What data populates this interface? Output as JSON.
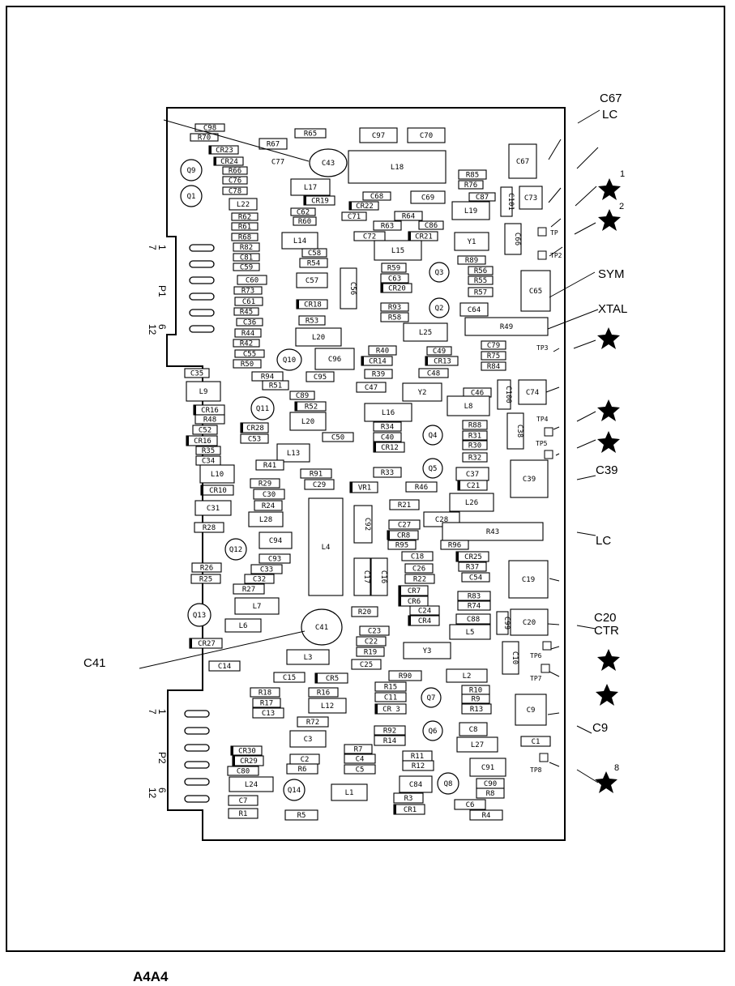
{
  "caption": "A4A4",
  "components": [
    "C98",
    "R70",
    "CR23",
    "CR24",
    "R66",
    "C76",
    "C78",
    "L22",
    "R62",
    "R61",
    "R68",
    "R82",
    "C81",
    "C59",
    "C60",
    "R73",
    "C61",
    "R45",
    "C36",
    "R44",
    "R42",
    "C55",
    "R50",
    "R65",
    "R67",
    "C77",
    "C43",
    "C97",
    "C70",
    "L18",
    "L17",
    "CR19",
    "C62",
    "R60",
    "C68",
    "CR22",
    "C71",
    "R64",
    "R63",
    "C86",
    "C72",
    "CR21",
    "C69",
    "L19",
    "R85",
    "R76",
    "C87",
    "C101",
    "C67",
    "C73",
    "L14",
    "C58",
    "R54",
    "L15",
    "Y1",
    "C66",
    "R59",
    "C63",
    "CR20",
    "Q3",
    "R89",
    "R56",
    "R55",
    "R57",
    "C65",
    "C57",
    "C56",
    "CR18",
    "R93",
    "R58",
    "Q2",
    "C64",
    "R49",
    "L25",
    "R53",
    "L20",
    "Q10",
    "C96",
    "R40",
    "CR14",
    "R39",
    "C49",
    "CR13",
    "C48",
    "C79",
    "R75",
    "R84",
    "C35",
    "R94",
    "C95",
    "L9",
    "R51",
    "C47",
    "Y2",
    "C46",
    "L8",
    "C100",
    "C74",
    "C89",
    "R52",
    "L16",
    "Q11",
    "CR16",
    "R48",
    "C52",
    "CR16",
    "R35",
    "C34",
    "L20",
    "CR28",
    "C53",
    "R34",
    "C40",
    "CR12",
    "Q4",
    "R88",
    "R31",
    "R30",
    "C38",
    "L13",
    "C50",
    "R41",
    "R32",
    "L10",
    "R91",
    "C29",
    "R33",
    "Q5",
    "C37",
    "C21",
    "C39",
    "CR10",
    "R29",
    "C30",
    "R24",
    "C31",
    "L28",
    "VR1",
    "R46",
    "L26",
    "R21",
    "C28",
    "C92",
    "R28",
    "L4",
    "C27",
    "CR8",
    "R95",
    "R43",
    "R96",
    "CR25",
    "Q12",
    "C94",
    "C93",
    "R26",
    "C33",
    "R25",
    "C32",
    "R27",
    "C18",
    "R37",
    "C26",
    "R22",
    "C54",
    "C17",
    "C16",
    "CR7",
    "CR6",
    "C19",
    "Q13",
    "L7",
    "R83",
    "R74",
    "C24",
    "CR4",
    "L6",
    "R20",
    "C99",
    "C88",
    "C20",
    "L5",
    "C41",
    "CR27",
    "C23",
    "C22",
    "R19",
    "Y3",
    "C10",
    "L3",
    "C14",
    "C25",
    "C15",
    "CR5",
    "R90",
    "L2",
    "R18",
    "R17",
    "C13",
    "R16",
    "L12",
    "R15",
    "C11",
    "CR 3",
    "Q7",
    "R10",
    "R9",
    "R13",
    "C9",
    "R72",
    "C3",
    "R92",
    "R14",
    "Q6",
    "C8",
    "L27",
    "C1",
    "CR30",
    "CR29",
    "C80",
    "C2",
    "R6",
    "R7",
    "C4",
    "C5",
    "R11",
    "R12",
    "C91",
    "L24",
    "Q14",
    "L1",
    "C84",
    "Q8",
    "C90",
    "R8",
    "C7",
    "R1",
    "R5",
    "R3",
    "CR1",
    "C6",
    "R4",
    "Q9",
    "Q1"
  ],
  "callouts": {
    "c67": "C67",
    "lc_top": "LC",
    "star1": "1",
    "star2": "2",
    "sym": "SYM",
    "xtal": "XTAL",
    "c39": "C39",
    "lc_mid": "LC",
    "c20": "C20",
    "ctr": "CTR",
    "c9": "C9",
    "star8": "8",
    "c41": "C41"
  },
  "connectors": {
    "p1": {
      "name": "P1",
      "pin_first": "1",
      "pin_7": "7",
      "pin_6": "6",
      "pin_12": "12"
    },
    "p2": {
      "name": "P2",
      "pin_first": "1",
      "pin_7": "7",
      "pin_6": "6",
      "pin_12": "12"
    }
  },
  "test_points": [
    "TP",
    "TP2",
    "TP3",
    "TP4",
    "TP5",
    "TP6",
    "TP7",
    "TP8"
  ]
}
